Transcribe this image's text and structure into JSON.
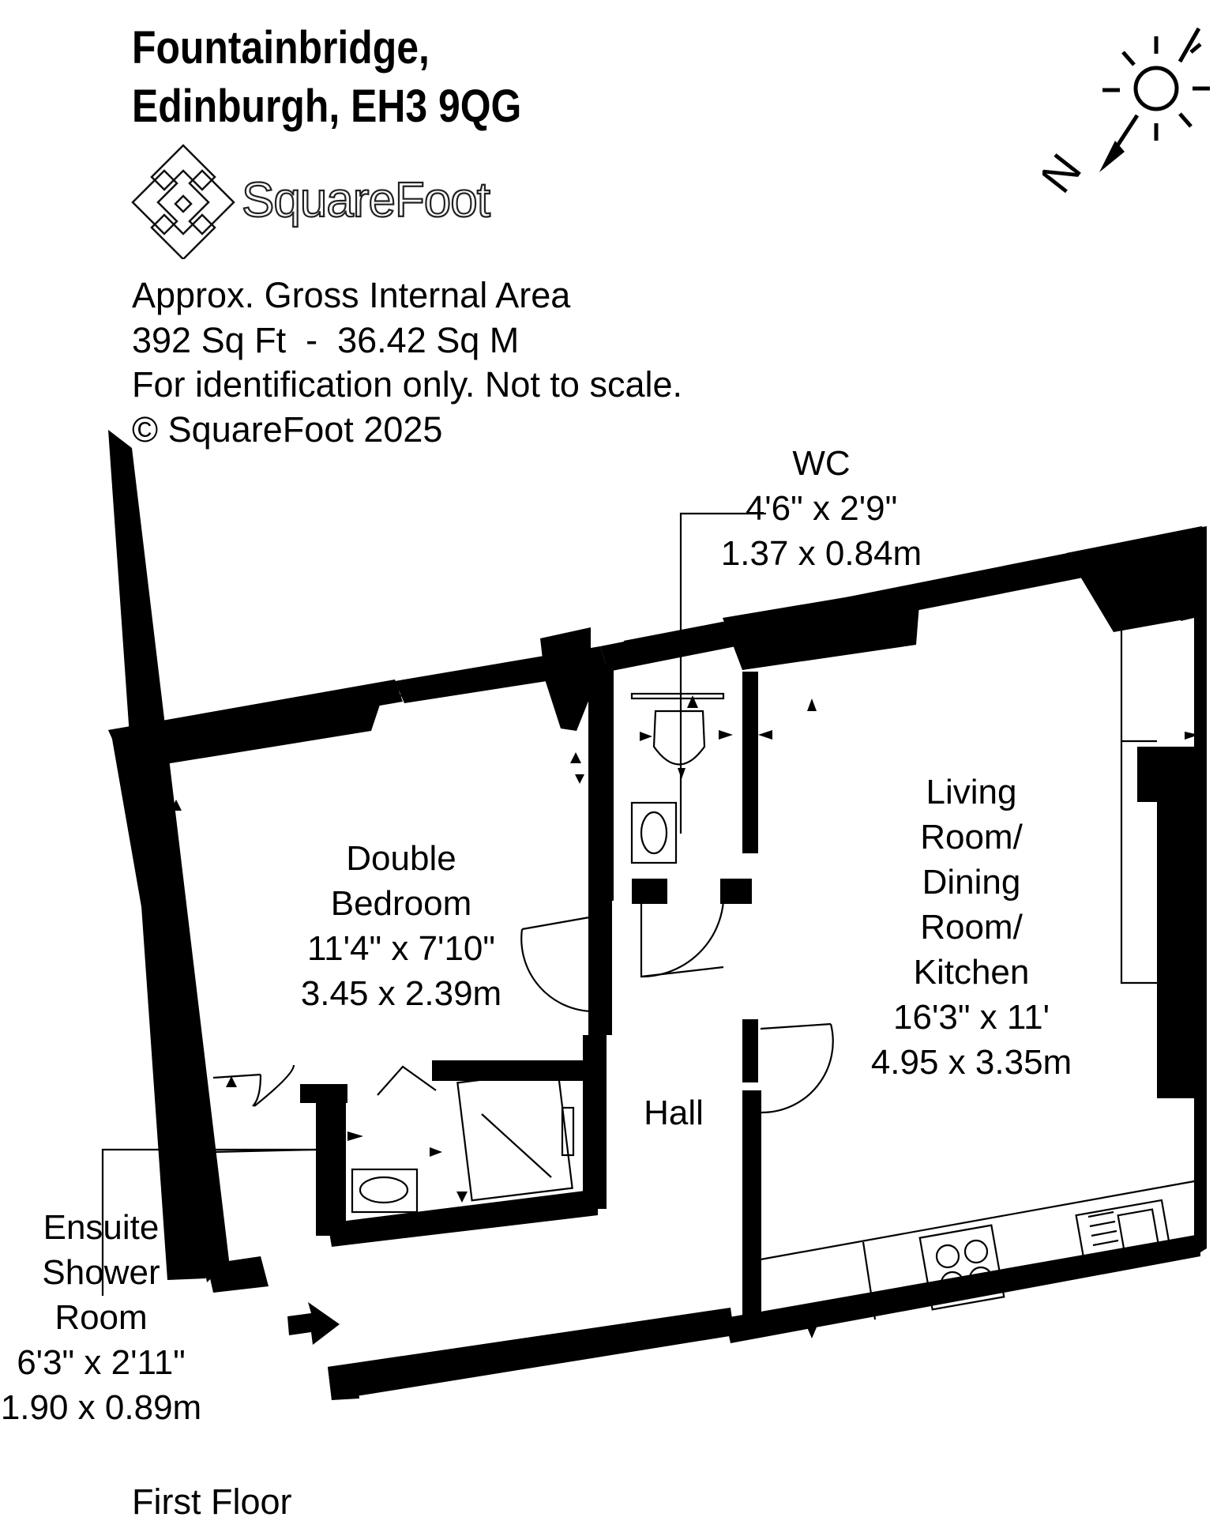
{
  "header": {
    "address_line1": "Fountainbridge,",
    "address_line2": "Edinburgh, EH3 9QG",
    "brand_name": "SquareFoot"
  },
  "info": {
    "line1": "Approx. Gross Internal Area",
    "line2": "392 Sq Ft  -  36.42 Sq M",
    "line3": "For identification only. Not to scale.",
    "line4": "© SquareFoot 2025"
  },
  "compass": {
    "north_label": "N"
  },
  "rooms": {
    "wc": {
      "name": "WC",
      "size_imperial": "4'6\" x 2'9\"",
      "size_metric": "1.37 x 0.84m"
    },
    "bedroom": {
      "name_line1": "Double",
      "name_line2": "Bedroom",
      "size_imperial": "11'4\" x 7'10\"",
      "size_metric": "3.45 x 2.39m"
    },
    "living": {
      "name_line1": "Living",
      "name_line2": "Room/",
      "name_line3": "Dining",
      "name_line4": "Room/",
      "name_line5": "Kitchen",
      "size_imperial": "16'3\" x 11'",
      "size_metric": "4.95 x 3.35m"
    },
    "hall": {
      "name": "Hall"
    },
    "ensuite": {
      "name_line1": "Ensuite",
      "name_line2": "Shower",
      "name_line3": "Room",
      "size_imperial": "6'3\" x 2'11\"",
      "size_metric": "1.90 x 0.89m"
    }
  },
  "footer": {
    "floor_label": "First Floor"
  },
  "colors": {
    "wall": "#000000",
    "fixture": "#000000",
    "logo_fill": "#ffffff",
    "logo_stroke": "#111111",
    "background": "#ffffff"
  }
}
